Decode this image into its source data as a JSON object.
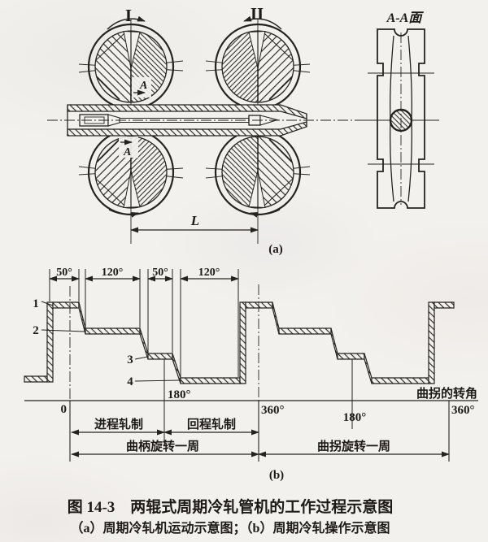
{
  "figure": {
    "panel_a": {
      "label": "(a)",
      "roll_I_label": "I",
      "roll_II_label": "II",
      "section_view_title": "A-A面",
      "section_marker": "A",
      "stroke_length_label": "L"
    },
    "panel_b": {
      "label": "(b)",
      "angle_dims": [
        "50°",
        "120°",
        "50°",
        "120°"
      ],
      "point_labels": [
        "1",
        "2",
        "3",
        "4"
      ],
      "ticks": {
        "origin": "0",
        "mid_1": "180°",
        "end_1": "360°",
        "mid_2": "180°",
        "end_2": "360°"
      },
      "axis_title": "曲拐的转角",
      "forward_rolling": "进程轧制",
      "return_rolling": "回程轧制",
      "crank_revolution": "曲柄旋转一周",
      "throw_revolution": "曲拐旋转一周"
    },
    "caption": {
      "title": "图 14-3　两辊式周期冷轧管机的工作过程示意图",
      "subtitle": "（a）周期冷轧机运动示意图；（b）周期冷轧操作示意图"
    },
    "colors": {
      "ink": "#26231f",
      "paper": "#f3f1ed"
    }
  }
}
